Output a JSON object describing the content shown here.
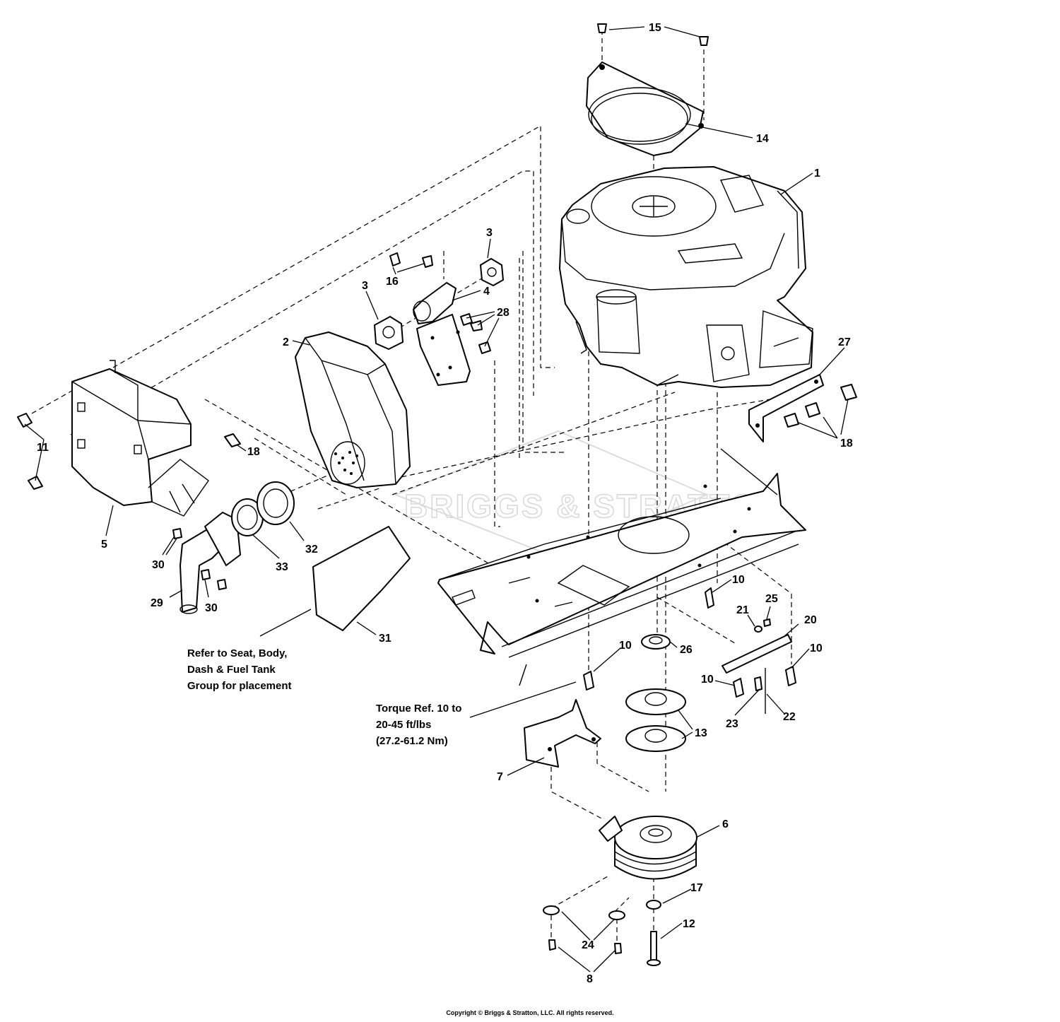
{
  "callouts": {
    "c1": "1",
    "c2": "2",
    "c3a": "3",
    "c3b": "3",
    "c4": "4",
    "c5": "5",
    "c6": "6",
    "c7": "7",
    "c8": "8",
    "c10a": "10",
    "c10b": "10",
    "c10c": "10",
    "c10d": "10",
    "c11": "11",
    "c12": "12",
    "c13": "13",
    "c14": "14",
    "c15": "15",
    "c16": "16",
    "c17": "17",
    "c18a": "18",
    "c18b": "18",
    "c20": "20",
    "c21": "21",
    "c22": "22",
    "c23": "23",
    "c24": "24",
    "c25": "25",
    "c26": "26",
    "c27": "27",
    "c28": "28",
    "c29": "29",
    "c30a": "30",
    "c30b": "30",
    "c31": "31",
    "c32": "32",
    "c33": "33"
  },
  "notes": {
    "refer_line1": "Refer to Seat, Body,",
    "refer_line2": "Dash & Fuel Tank",
    "refer_line3": "Group for placement",
    "torque_line1": "Torque Ref. 10 to",
    "torque_line2": "20-45 ft/lbs",
    "torque_line3": "(27.2-61.2 Nm)"
  },
  "watermark": "BRIGGS & STRATTON",
  "copyright": "Copyright © Briggs & Stratton, LLC. All rights reserved."
}
